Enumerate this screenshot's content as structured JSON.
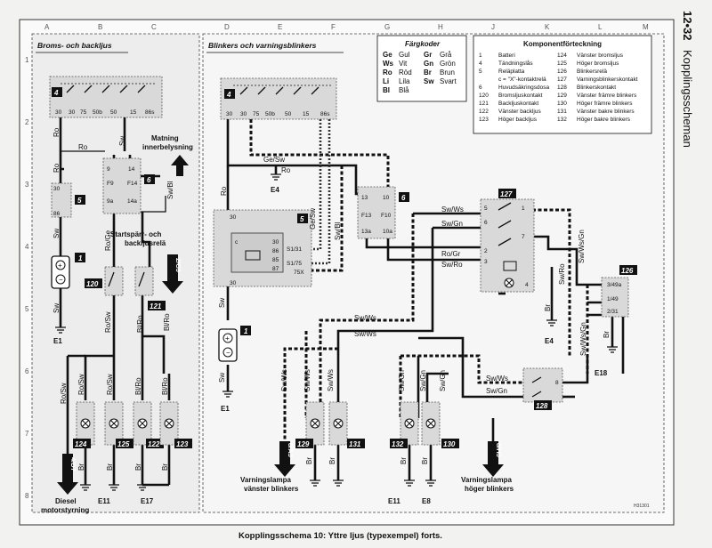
{
  "page_header": {
    "page_number": "12•32",
    "section": "Kopplingsscheman"
  },
  "caption": "Kopplingsschema 10: Yttre ljus (typexempel) forts.",
  "panels": {
    "left_title": "Broms- och backljus",
    "right_title": "Blinkers och varningsblinkers"
  },
  "grid": {
    "cols": [
      "A",
      "B",
      "C",
      "D",
      "E",
      "F",
      "G",
      "H",
      "J",
      "K",
      "L",
      "M"
    ],
    "rows": [
      "1",
      "2",
      "3",
      "4",
      "5",
      "6",
      "7",
      "8"
    ]
  },
  "color_codes": {
    "title": "Färgkoder",
    "entries": [
      {
        "code": "Ge",
        "name": "Gul"
      },
      {
        "code": "Ws",
        "name": "Vit"
      },
      {
        "code": "Ro",
        "name": "Röd"
      },
      {
        "code": "Li",
        "name": "Lila"
      },
      {
        "code": "Bl",
        "name": "Blå"
      },
      {
        "code": "Gr",
        "name": "Grå"
      },
      {
        "code": "Gn",
        "name": "Grön"
      },
      {
        "code": "Br",
        "name": "Brun"
      },
      {
        "code": "Sw",
        "name": "Svart"
      }
    ]
  },
  "components": {
    "title": "Komponentförteckning",
    "left": [
      {
        "n": "1",
        "t": "Batteri"
      },
      {
        "n": "4",
        "t": "Tändningslås"
      },
      {
        "n": "5",
        "t": "Reläplatta"
      },
      {
        "n": "",
        "t": "c = \"X\"-kontaktrelä"
      },
      {
        "n": "6",
        "t": "Huvudsäkringsdosa"
      },
      {
        "n": "120",
        "t": "Bromsljuskontakt"
      },
      {
        "n": "121",
        "t": "Backljuskontakt"
      },
      {
        "n": "122",
        "t": "Vänster backljus"
      },
      {
        "n": "123",
        "t": "Höger backljus"
      }
    ],
    "right": [
      {
        "n": "124",
        "t": "Vänster bromsljus"
      },
      {
        "n": "125",
        "t": "Höger bromsljus"
      },
      {
        "n": "126",
        "t": "Blinkersrelä"
      },
      {
        "n": "127",
        "t": "Varningsblinkerskontakt"
      },
      {
        "n": "128",
        "t": "Blinkerskontakt"
      },
      {
        "n": "129",
        "t": "Vänster främre blinkers"
      },
      {
        "n": "130",
        "t": "Höger främre blinkers"
      },
      {
        "n": "131",
        "t": "Vänster bakre blinkers"
      },
      {
        "n": "132",
        "t": "Höger bakre blinkers"
      }
    ]
  },
  "labels": {
    "matning": "Matning innerbelysning",
    "startsparr": "Startspärr- och backljusrelä",
    "diesel": "Diesel motorstyrning",
    "varn_left": "Varningslampa vänster blinkers",
    "varn_right": "Varningslampa höger blinkers",
    "ref_2c3": "2/C3",
    "ref_4d7": "4/D7",
    "ref_8a3": "8/A3",
    "ref_8h3": "8/H3",
    "code": "H31301"
  },
  "switch_terminals": [
    "30",
    "30",
    "75",
    "50b",
    "50",
    "15",
    "86s"
  ],
  "grounds": [
    "E1",
    "E11",
    "E17",
    "E4",
    "E1",
    "E11",
    "E8",
    "E4",
    "E18"
  ],
  "fuse_labels": [
    "F9",
    "F14",
    "F13",
    "F10"
  ],
  "component_numbers": [
    "4",
    "5",
    "6",
    "1",
    "120",
    "121",
    "124",
    "125",
    "122",
    "123",
    "127",
    "126",
    "128",
    "129",
    "131",
    "132",
    "130"
  ],
  "wire_colors": [
    "Ro",
    "Sw",
    "Ro/Ge",
    "Ro/Sw",
    "Bl/Ro",
    "Sw/Bl",
    "Ge/Sw",
    "Sw/Ws",
    "Sw/Gn",
    "Ro/Gr",
    "Sw/Ro",
    "Sw/Ws/Gn",
    "Ge/Sw",
    "Br"
  ]
}
